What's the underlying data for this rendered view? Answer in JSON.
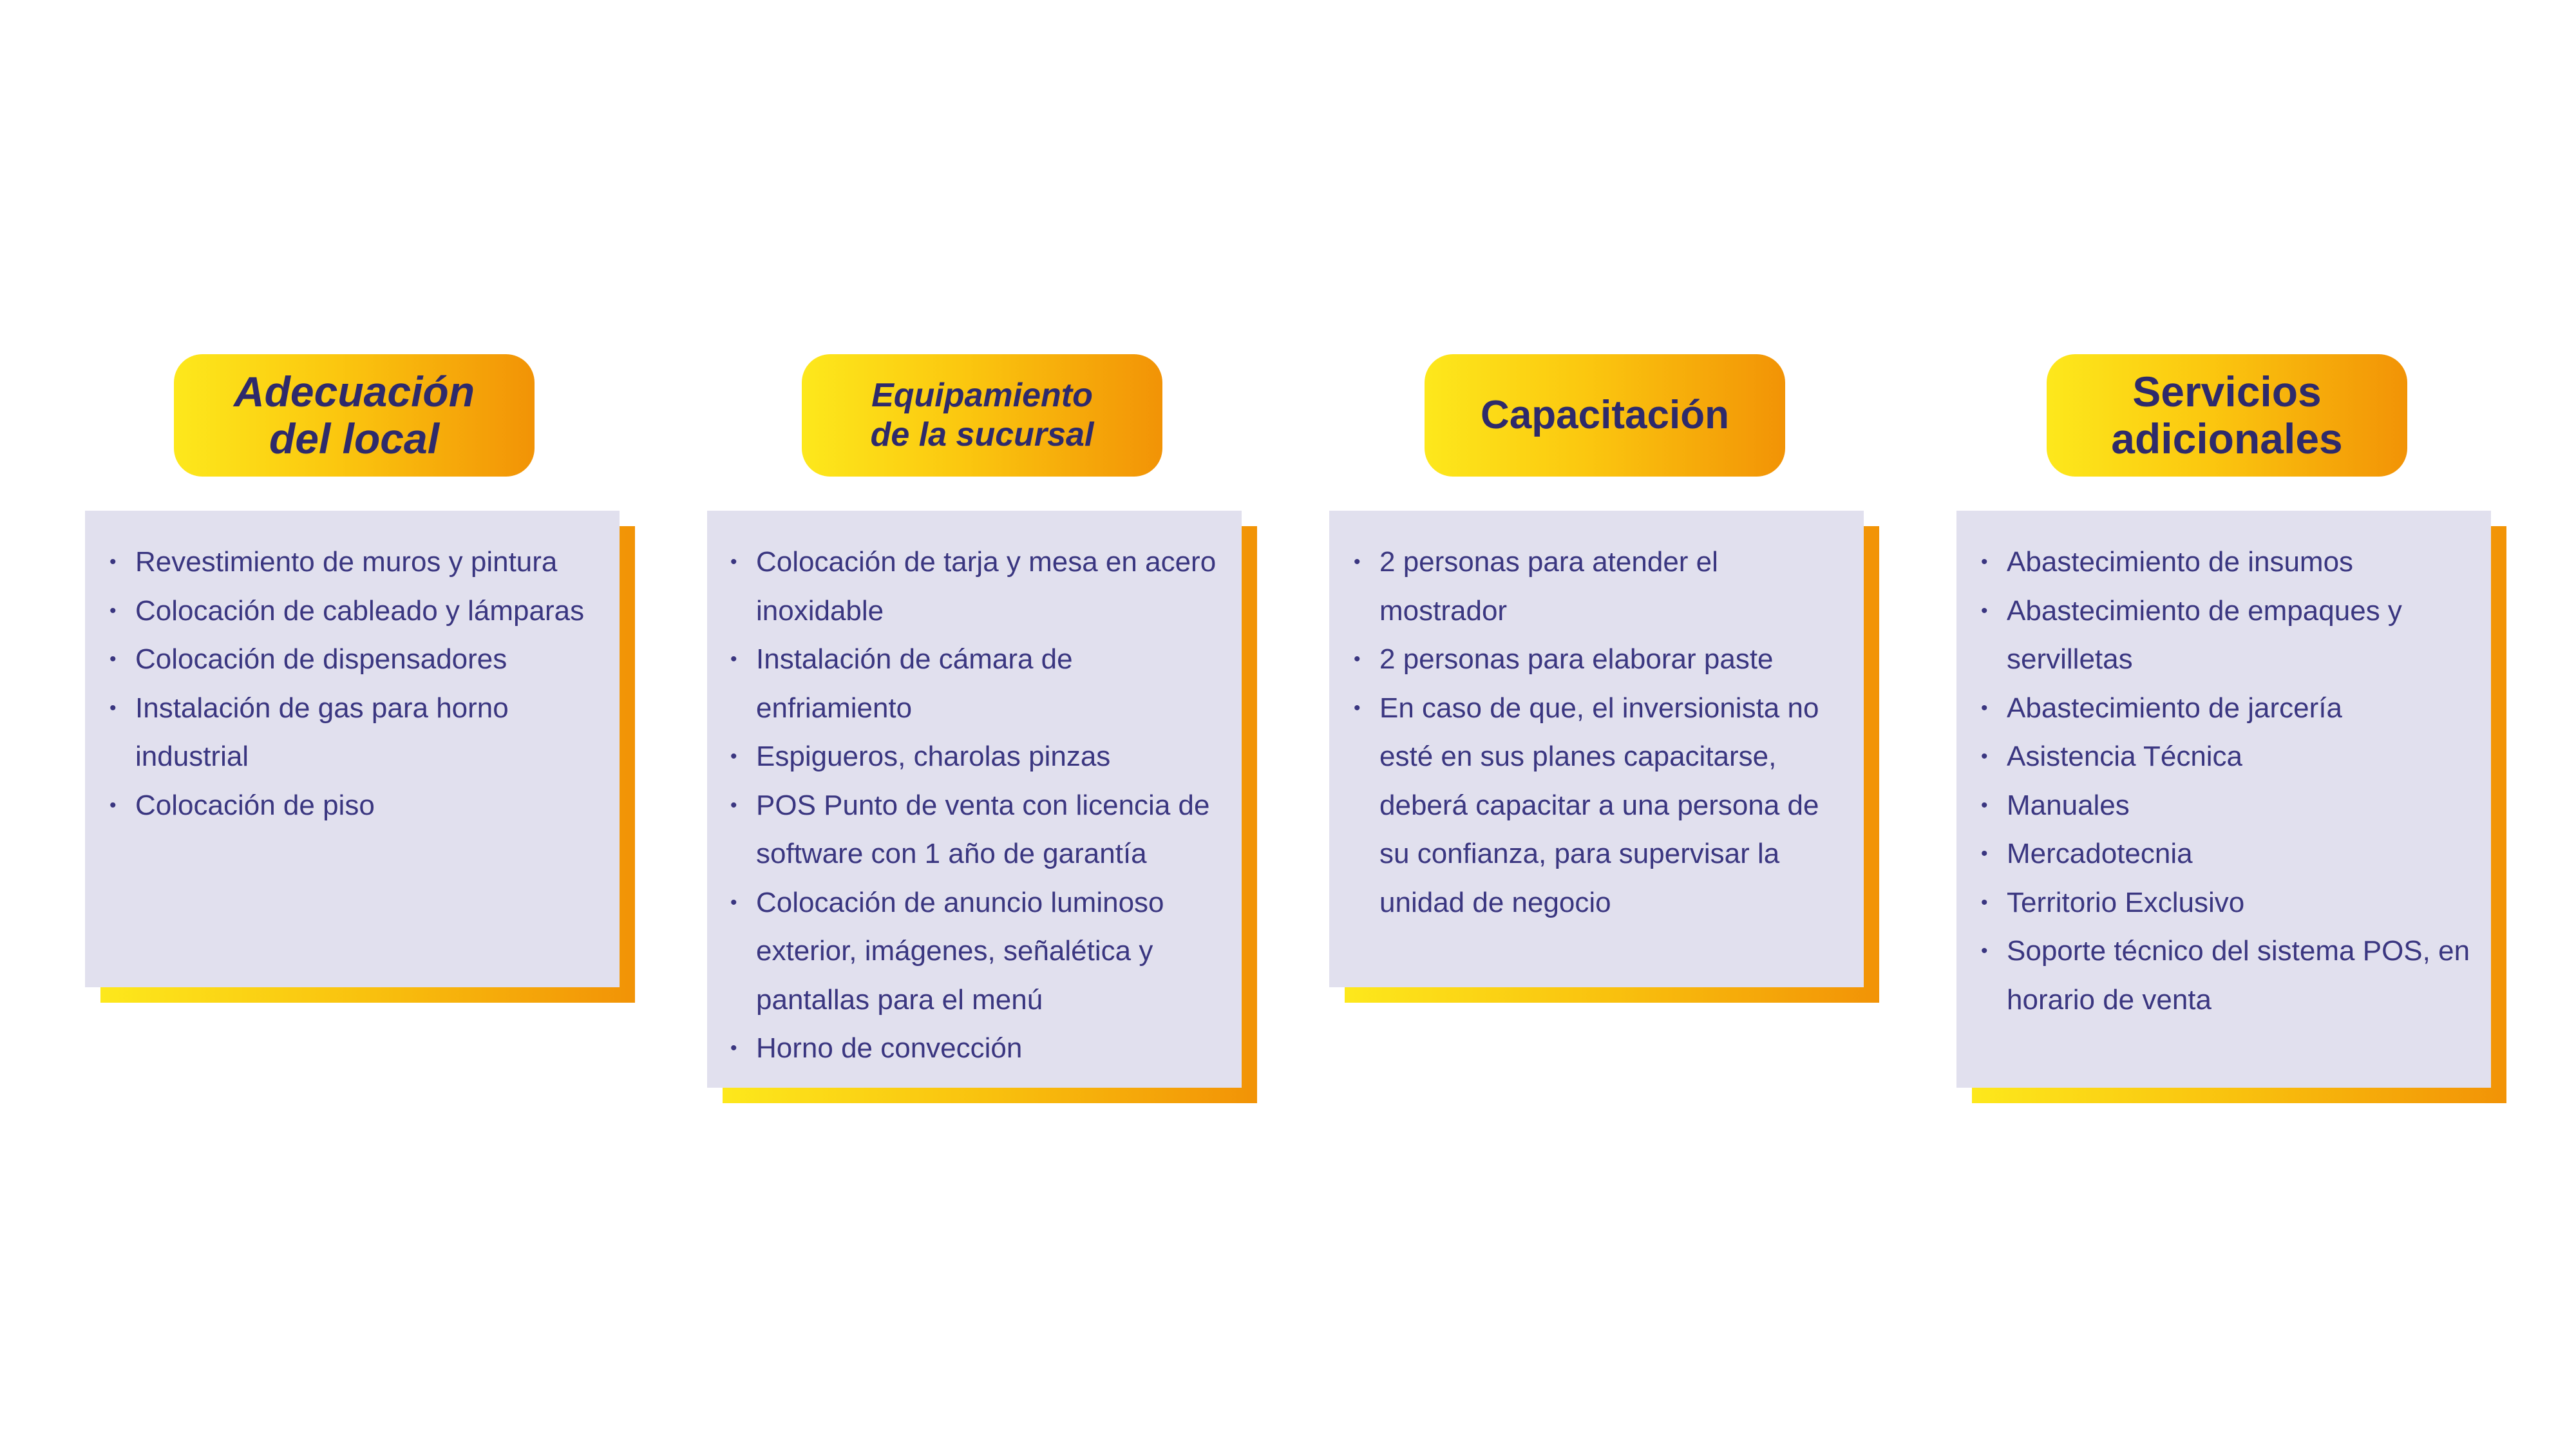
{
  "columns": [
    {
      "title_lines": [
        "Adecuación",
        "del local"
      ],
      "items": [
        "Revestimiento de muros y pintura",
        "Colocación de cableado y lámparas",
        "Colocación de dispensadores",
        "Instalación de gas para horno industrial",
        "Colocación de piso"
      ]
    },
    {
      "title_lines": [
        "Equipamiento",
        "de la sucursal"
      ],
      "items": [
        "Colocación de tarja y mesa en acero inoxidable",
        "Instalación de cámara de enfriamiento",
        "Espigueros, charolas pinzas",
        "POS Punto de venta con licencia de software con 1 año de garantía",
        "Colocación de anuncio luminoso exterior, imágenes, señalética y pantallas para el menú",
        "Horno de convección"
      ]
    },
    {
      "title_lines": [
        "Capacitación"
      ],
      "items": [
        "2 personas para atender el mostrador",
        "2 personas para elaborar paste",
        "En caso de que, el inversionista no esté en sus planes capacitarse, deberá capacitar a una persona de su confianza, para supervisar la unidad de negocio"
      ]
    },
    {
      "title_lines": [
        "Servicios",
        "adicionales"
      ],
      "items": [
        "Abastecimiento de insumos",
        "Abastecimiento de empaques y servilletas",
        "Abastecimiento de jarcería",
        "Asistencia Técnica",
        "Manuales",
        "Mercadotecnia",
        "Territorio Exclusivo",
        "Soporte técnico del sistema POS, en horario de venta"
      ]
    }
  ],
  "bullet_symbol": "•",
  "colors": {
    "card_bg": "#e1e0ee",
    "text": "#3a3680",
    "title_text": "#2e2a6b",
    "gradient_start": "#fde81c",
    "gradient_end": "#f29306"
  }
}
